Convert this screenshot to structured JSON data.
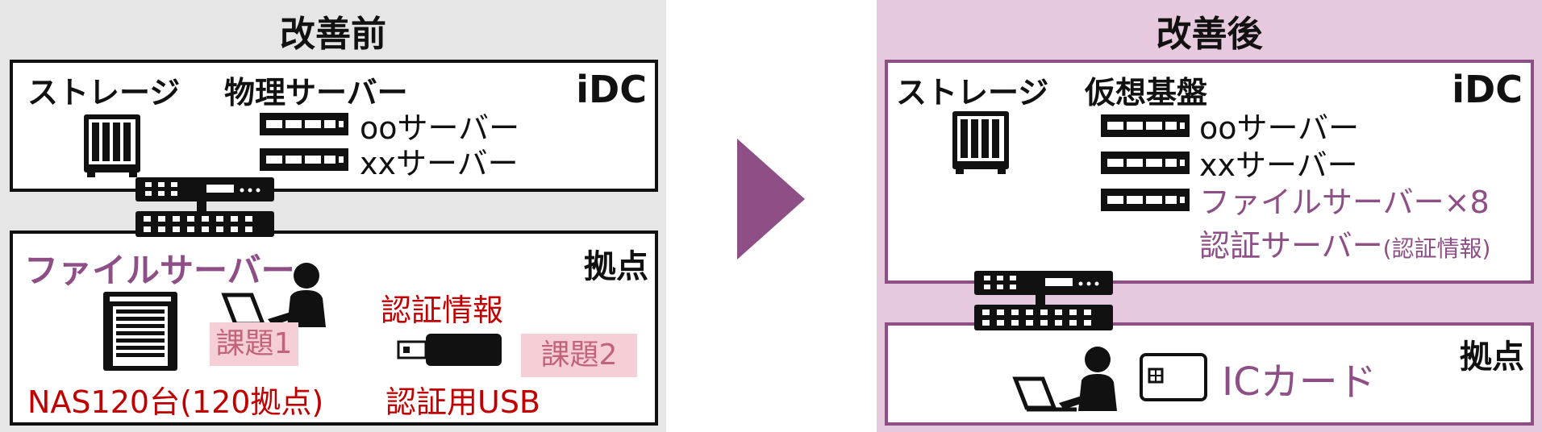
{
  "before": {
    "title": "改善前",
    "idc": {
      "corner_label": "iDC",
      "storage_label": "ストレージ",
      "physical_label": "物理サーバー",
      "servers": [
        "ooサーバー",
        "xxサーバー"
      ]
    },
    "site": {
      "corner_label": "拠点",
      "fileserver_label": "ファイルサーバー",
      "nas_label": "NAS120台(120拠点)",
      "auth_info_label": "認証情報",
      "usb_label": "認証用USB",
      "issue1": "課題1",
      "issue2": "課題2"
    }
  },
  "after": {
    "title": "改善後",
    "idc": {
      "corner_label": "iDC",
      "storage_label": "ストレージ",
      "virtual_label": "仮想基盤",
      "servers": [
        "ooサーバー",
        "xxサーバー"
      ],
      "fileserver_label": "ファイルサーバー×8",
      "authserver_label": "認証サーバー",
      "authserver_suffix": "(認証情報)"
    },
    "site": {
      "corner_label": "拠点",
      "card_label": "ICカード"
    }
  },
  "colors": {
    "purple": "#8e4f87",
    "red": "#c00000",
    "issue_bg": "#f6cfd6",
    "before_bg": "#e6e6e6",
    "after_bg": "#e6c9dd"
  }
}
